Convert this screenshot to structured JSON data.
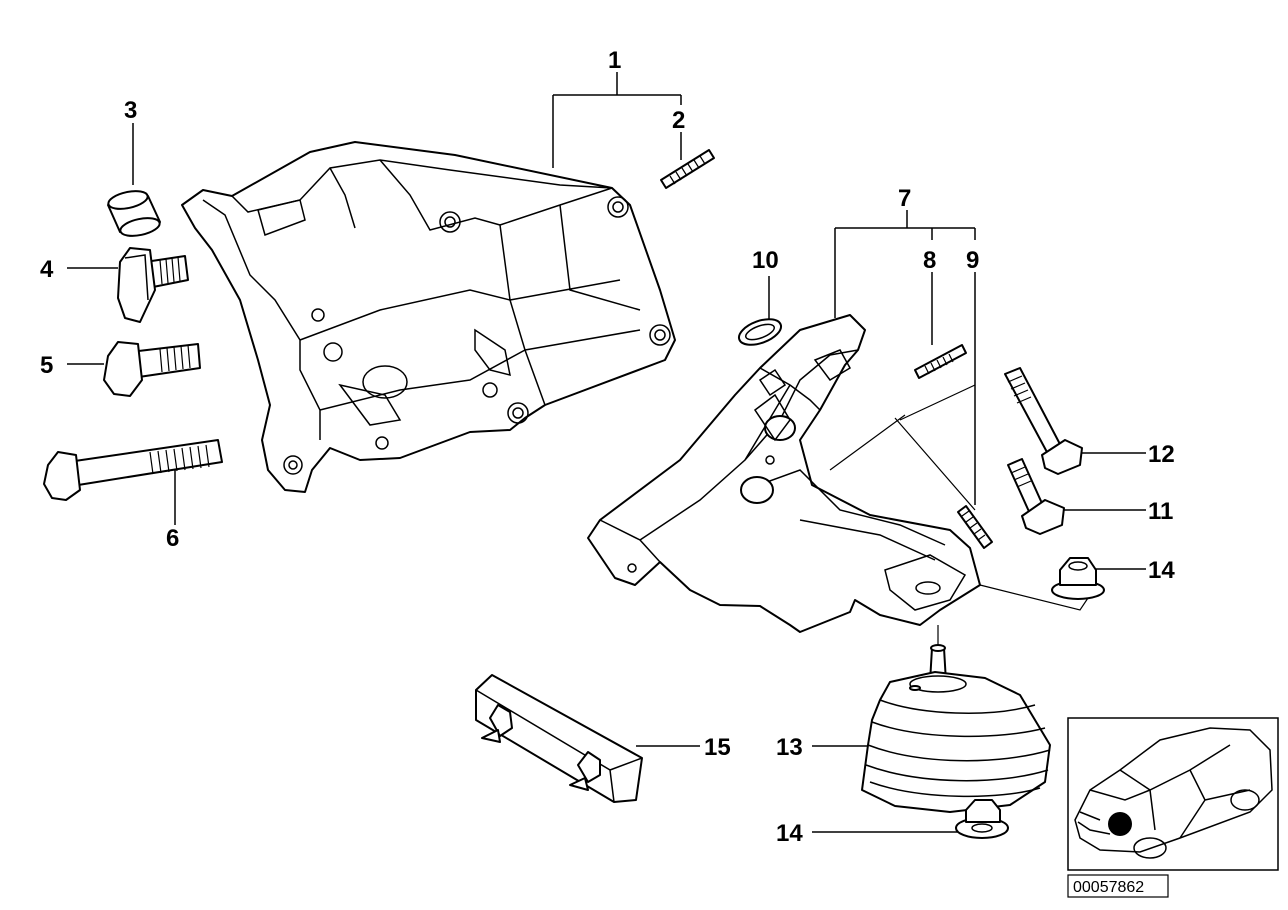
{
  "callouts": [
    "1",
    "2",
    "3",
    "4",
    "5",
    "6",
    "7",
    "8",
    "9",
    "10",
    "11",
    "12",
    "13",
    "14",
    "14",
    "15"
  ],
  "diagram_ref": "00057862",
  "colors": {
    "line": "#000000",
    "background": "#ffffff",
    "marker": "#000000"
  }
}
